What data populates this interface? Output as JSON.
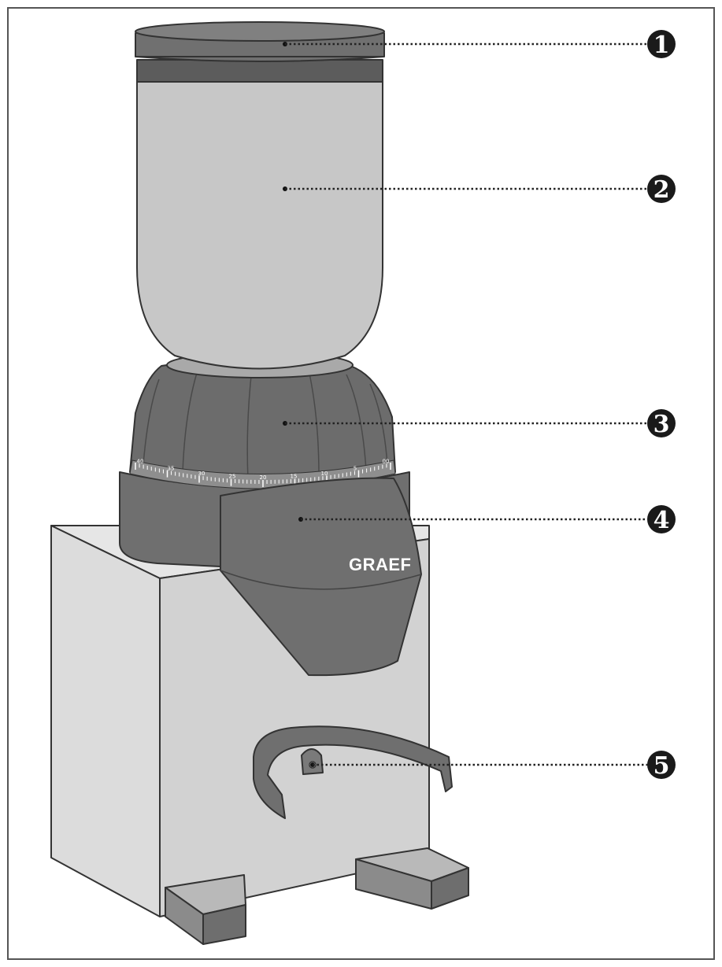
{
  "brand": "GRAEF",
  "callouts": [
    {
      "number": "1"
    },
    {
      "number": "2"
    },
    {
      "number": "3"
    },
    {
      "number": "4"
    },
    {
      "number": "5"
    }
  ],
  "scale_labels": [
    "40",
    "35",
    "30",
    "25",
    "20",
    "15",
    "10",
    "5",
    "00"
  ],
  "colors": {
    "frame": "#555555",
    "hopper": "#c7c7c7",
    "dark_part": "#6f6f6f",
    "darker_band": "#5c5c5c",
    "body": "#d0d0d0",
    "body_side": "#e2e2e2",
    "callout_fill": "#1a1a1a"
  }
}
